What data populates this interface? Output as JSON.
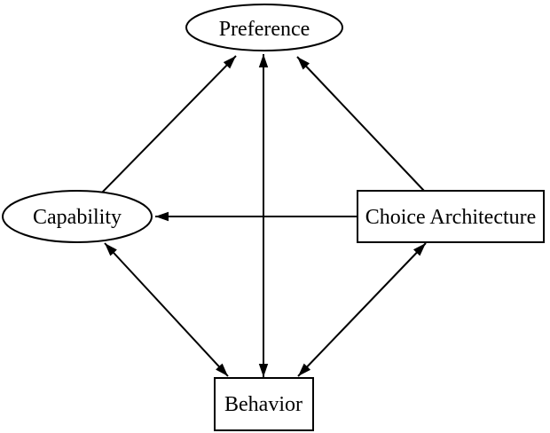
{
  "diagram": {
    "background_color": "#ffffff",
    "stroke_color": "#000000",
    "text_color": "#000000",
    "nodes": {
      "preference": {
        "label": "Preference",
        "shape": "ellipse"
      },
      "capability": {
        "label": "Capability",
        "shape": "ellipse"
      },
      "choice_architecture": {
        "label": "Choice Architecture",
        "shape": "rectangle"
      },
      "behavior": {
        "label": "Behavior",
        "shape": "rectangle"
      }
    },
    "edges": [
      {
        "from": "capability",
        "to": "preference",
        "arrows": "forward"
      },
      {
        "from": "choice_architecture",
        "to": "preference",
        "arrows": "forward"
      },
      {
        "from": "behavior",
        "to": "preference",
        "arrows": "both"
      },
      {
        "from": "choice_architecture",
        "to": "capability",
        "arrows": "forward"
      },
      {
        "from": "capability",
        "to": "behavior",
        "arrows": "both"
      },
      {
        "from": "choice_architecture",
        "to": "behavior",
        "arrows": "both"
      }
    ]
  }
}
